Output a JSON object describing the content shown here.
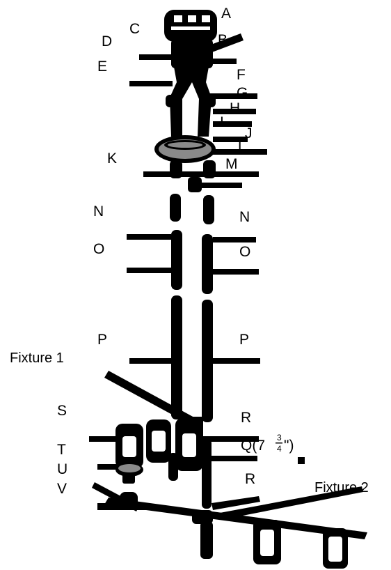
{
  "labels": {
    "A": "A",
    "B": "B",
    "C": "C",
    "D": "D",
    "E": "E",
    "F": "F",
    "G": "G",
    "H": "H",
    "I": "I",
    "J": "J",
    "L": "L",
    "K": "K",
    "M": "M",
    "N_left": "N",
    "N_right": "N",
    "O_left": "O",
    "O_right": "O",
    "P_left": "P",
    "P_right": "P",
    "S": "S",
    "R_top": "R",
    "Q_prefix": "Q(7 ",
    "Q_num": "3",
    "Q_den": "4",
    "Q_suffix": "\")",
    "T": "T",
    "U": "U",
    "V": "V",
    "R_bottom": "R",
    "fixture1": "Fixture 1",
    "fixture2": "Fixture 2"
  },
  "colors": {
    "ink": "#000000",
    "gasket": "#8a8a8a",
    "paper": "#ffffff"
  }
}
